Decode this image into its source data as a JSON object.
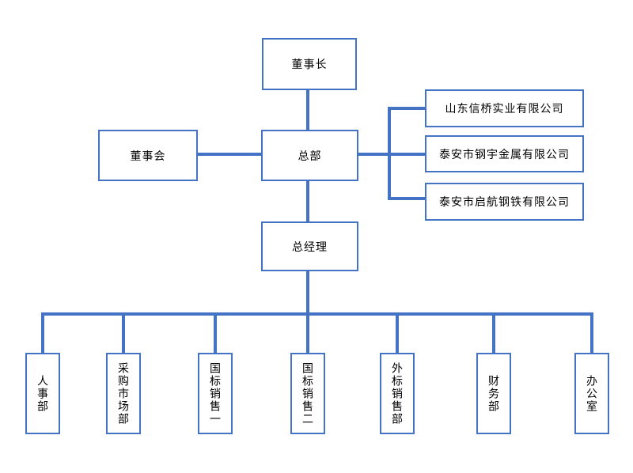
{
  "diagram": {
    "type": "org-chart",
    "colors": {
      "line": "#4472C4",
      "box_border": "#4472C4",
      "background": "#FFFFFF",
      "text": "#000000"
    },
    "nodes": {
      "chairman": {
        "label": "董事长"
      },
      "board": {
        "label": "董事会"
      },
      "headquarters": {
        "label": "总部"
      },
      "general_manager": {
        "label": "总经理"
      }
    },
    "subsidiaries": [
      {
        "label": "山东信桥实业有限公司"
      },
      {
        "label": "泰安市钢宇金属有限公司"
      },
      {
        "label": "泰安市启航钢铁有限公司"
      }
    ],
    "departments": [
      {
        "label": "人事部"
      },
      {
        "label": "采购市场部"
      },
      {
        "label": "国标销售一"
      },
      {
        "label": "国标销售二"
      },
      {
        "label": "外标销售部"
      },
      {
        "label": "财务部"
      },
      {
        "label": "办公室"
      }
    ],
    "edges": [
      {
        "from": "chairman",
        "to": "headquarters"
      },
      {
        "from": "board",
        "to": "headquarters"
      },
      {
        "from": "headquarters",
        "to": "subsidiaries"
      },
      {
        "from": "headquarters",
        "to": "general_manager"
      },
      {
        "from": "general_manager",
        "to": "departments"
      }
    ]
  }
}
